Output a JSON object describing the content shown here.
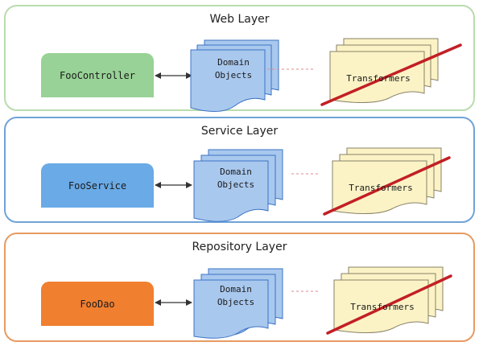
{
  "layers": [
    {
      "title": "Web Layer",
      "component": "FooController",
      "colors": {
        "border": "#b9dcae",
        "component": "#98d296",
        "component_text": "#1a1a1a"
      },
      "domain_line1": "Domain",
      "domain_line2": "Objects",
      "transformers": "Transformers"
    },
    {
      "title": "Service Layer",
      "component": "FooService",
      "colors": {
        "border": "#6fa3d8",
        "component": "#6aaae6",
        "component_text": "#1a1a1a"
      },
      "domain_line1": "Domain",
      "domain_line2": "Objects",
      "transformers": "Transformers"
    },
    {
      "title": "Repository Layer",
      "component": "FooDao",
      "colors": {
        "border": "#e79a62",
        "component": "#f07f30",
        "component_text": "#1a1a1a"
      },
      "domain_line1": "Domain",
      "domain_line2": "Objects",
      "transformers": "Transformers"
    }
  ],
  "colors": {
    "domain_fill": "#a9c8ee",
    "domain_stroke": "#3b73c4",
    "transformer_fill": "#fbf3c6",
    "transformer_stroke": "#8a8266",
    "strike": "#c21f25",
    "dashed_link": "#e08a8a"
  },
  "icons": {
    "bidirectional_arrow": "double-arrow-icon",
    "strike": "strike-through-icon"
  }
}
